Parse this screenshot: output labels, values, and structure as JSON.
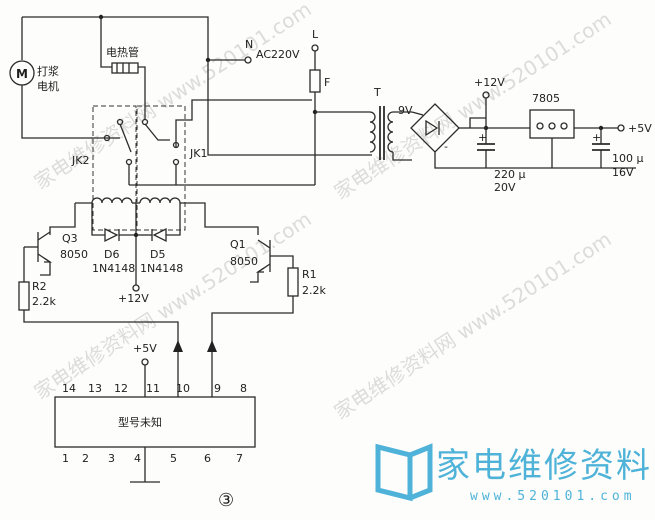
{
  "labels": {
    "motor": "M",
    "motor_name_1": "打浆",
    "motor_name_2": "电机",
    "heater": "电热管",
    "n": "N",
    "ac": "AC220V",
    "l": "L",
    "fuse": "F",
    "transformer": "T",
    "v9": "9V",
    "v12": "+12V",
    "reg": "7805",
    "v5_out": "+5V",
    "cap1_a": "220 μ",
    "cap1_b": "20V",
    "cap2_a": "100 μ",
    "cap2_b": "16V",
    "jk2": "JK2",
    "jk1": "JK1",
    "q3": "Q3",
    "q3_type": "8050",
    "q1": "Q1",
    "q1_type": "8050",
    "d6": "D6",
    "d6_type": "1N4148",
    "d5": "D5",
    "d5_type": "1N4148",
    "r2": "R2",
    "r2_val": "2.2k",
    "r1": "R1",
    "r1_val": "2.2k",
    "v12_bottom": "+12V",
    "v5_ic": "+5V",
    "ic_name": "型号未知",
    "pins_top": [
      "14",
      "13",
      "12",
      "11",
      "10",
      "9",
      "8"
    ],
    "pins_bottom": [
      "1",
      "2",
      "3",
      "4",
      "5",
      "6",
      "7"
    ],
    "figure_no": "③"
  },
  "logo": {
    "text": "家电维修资料网",
    "sub": "www.520101.com",
    "color": "#4fb3d9"
  },
  "watermark": "家电维修资料网 www.520101.com"
}
